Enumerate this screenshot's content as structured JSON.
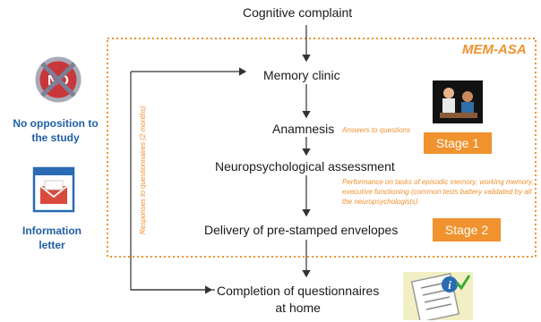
{
  "diagram": {
    "top_node": "Cognitive complaint",
    "brand": "MEM-ASA",
    "memory_clinic": "Memory clinic",
    "anamnesis": "Anamnesis",
    "anamnesis_note": "Answers to questions",
    "neuropsych": "Neuropsychological assessment",
    "neuropsych_note": "Performance on tasks of episodic memory, working memory, executive functioning (common tests battery validated by all the neuropsychologists)",
    "delivery": "Delivery of pre-stamped envelopes",
    "completion_line1": "Completion of questionnaires",
    "completion_line2": "at home",
    "stage1": "Stage 1",
    "stage2": "Stage 2",
    "responses": "Responses to questionnaires (2 months)",
    "left_top_line1": "No opposition to",
    "left_top_line2": "the study",
    "left_bottom_line1": "Information",
    "left_bottom_line2": "letter",
    "no_sign_text": "NO"
  },
  "colors": {
    "orange": "#f0922e",
    "blue": "#1f5fa3",
    "red": "#c8373b"
  },
  "icons": {
    "no_opposition": "no-sign-icon",
    "letter": "envelope-icon",
    "doctor": "doctor-consultation-icon",
    "questionnaire": "clipboard-questionnaire-icon"
  }
}
